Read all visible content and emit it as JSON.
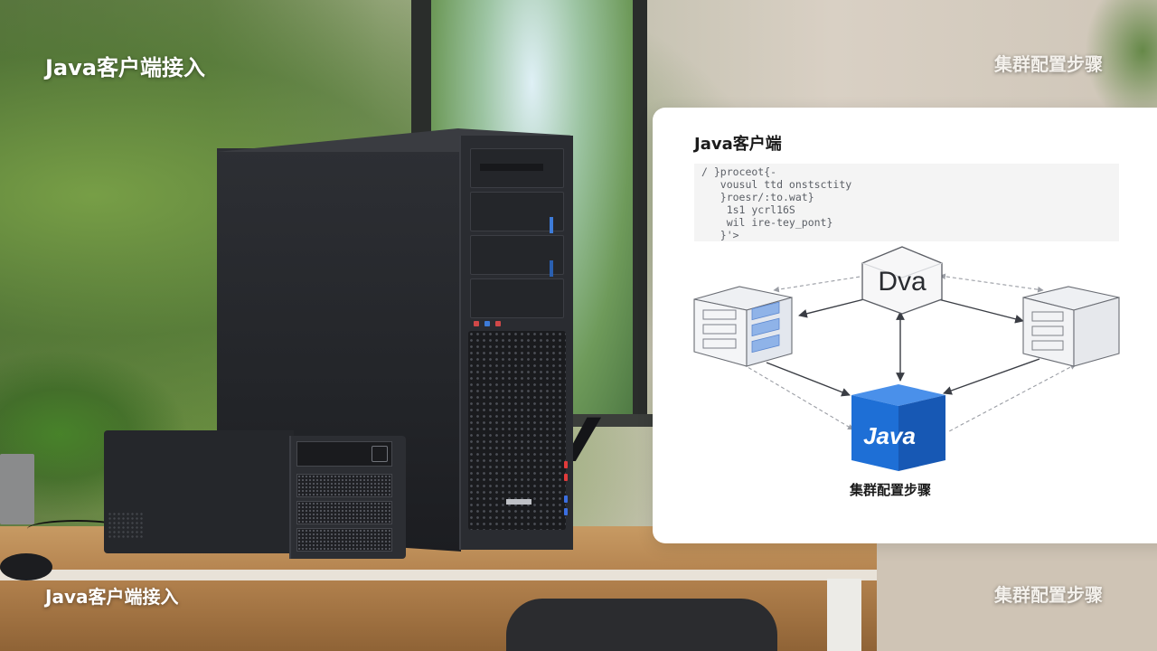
{
  "overlay_text": {
    "top_left": "Java客户端接入",
    "top_right": "集群配置步骤",
    "bottom_left": "Java客户端接入",
    "bottom_right": "集群配置步骤"
  },
  "card": {
    "title": "Java客户端",
    "code_lines": [
      "/ }proceot{-",
      "   vousul ttd onstsctity",
      "   }roesr/:to.wat}",
      "    1s1 ycrl16S",
      "    wil ire-tey_pont}",
      "   }'>"
    ],
    "center_node_label": "Dva",
    "java_node_label": "Java",
    "caption": "集群配置步骤"
  },
  "colors": {
    "java_cube": "#1e6fd6",
    "card_bg": "#ffffff",
    "tower_body": "#2a2c31",
    "desk": "#b3824e"
  }
}
